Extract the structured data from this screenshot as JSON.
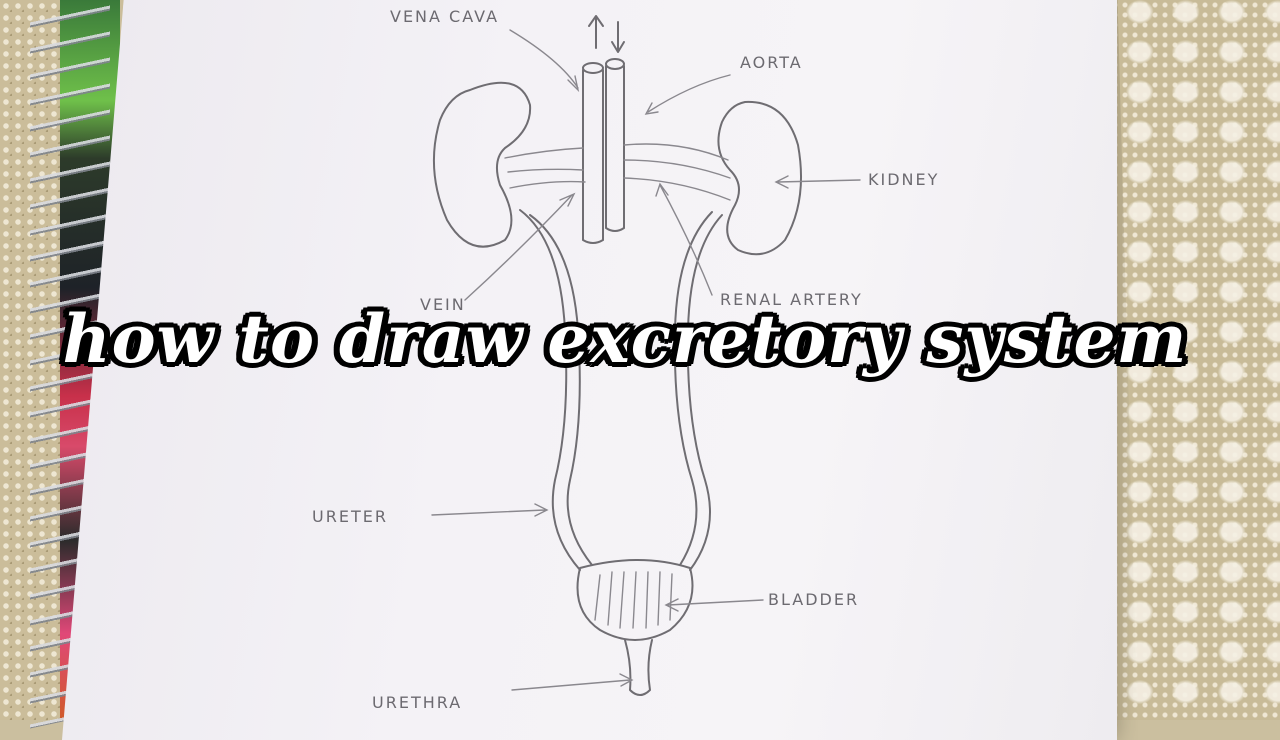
{
  "title": "how to draw excretory system",
  "labels": {
    "vena_cava": "VENA CAVA",
    "aorta": "AORTA",
    "kidney": "KIDNEY",
    "renal_artery": "RENAL ARTERY",
    "renal_vein": "VEIN",
    "ureter": "URETER",
    "bladder": "BLADDER",
    "urethra": "URETHRA"
  },
  "colors": {
    "pencil": "#6f6d72",
    "paper": "#f4f2f6",
    "title_fill": "#ffffff",
    "title_outline": "#000000"
  }
}
